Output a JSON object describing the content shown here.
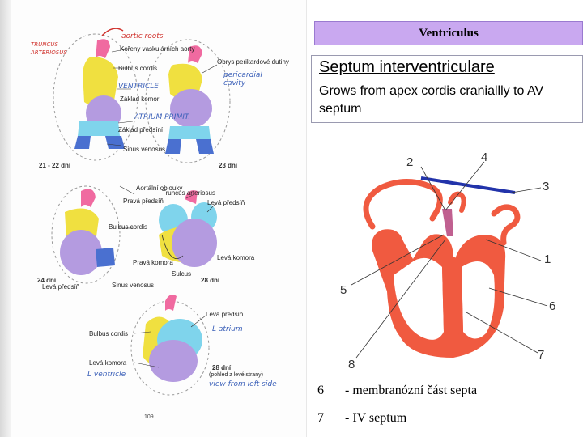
{
  "left_page": {
    "handwritten": {
      "aortic_roots": "aortic roots",
      "truncus": "TRUNCUS\nARTERIOSUS",
      "ventricle": "VENTRICLE",
      "pericardial": "pericardial\ncavity",
      "atrium": "ATRIUM PRIMIT.",
      "latrium": "L atrium",
      "lventricle": "L ventricle",
      "view": "view from left side"
    },
    "labels": {
      "kofeny": "Kořeny vaskulárních aorty",
      "bulbus1": "Bulbus cordis",
      "zaklad_komor": "Základ komor",
      "zaklad_predsini": "Základ předsíní",
      "sinus1": "Sinus venosus",
      "obrys": "Obrys perikardové dutiny",
      "aortalni": "Aortální oblouky",
      "truncus": "Truncus arteriosus",
      "prava_predsin": "Pravá předsíň",
      "leva_predsin1": "Levá předsíň",
      "bulbus2": "Bulbus cordis",
      "prava_komora": "Pravá komora",
      "sulcus": "Sulcus",
      "leva_komora": "Levá komora",
      "leva_predsin2": "Levá předsíň",
      "sinus2": "Sinus venosus",
      "leva_predsin3": "Levá předsíň",
      "bulbus3": "Bulbus cordis",
      "leva_komora2": "Levá komora",
      "pohled": "(pohled z levé strany)"
    },
    "stages": {
      "s1": "21 - 22 dní",
      "s2": "23 dní",
      "s3": "24 dní",
      "s4": "28 dní",
      "s5": "28 dní"
    },
    "page_number": "109"
  },
  "slide": {
    "title": "Ventriculus",
    "heading": "Septum interventriculare",
    "text": "Grows from apex cordis craniallly to AV septum",
    "heart_numbers": [
      "1",
      "2",
      "3",
      "4",
      "5",
      "6",
      "7",
      "8"
    ],
    "legend": [
      {
        "num": "6",
        "text": "- membranózní část septa"
      },
      {
        "num": "7",
        "text": "- IV septum"
      }
    ]
  },
  "colors": {
    "title_bar": "#c9a8f0",
    "heart_red": "#f05a40",
    "septum_blue": "#2233aa",
    "embryo_yellow": "#f0e040",
    "embryo_purple": "#b49be0",
    "embryo_cyan": "#7fd4ec",
    "embryo_pink": "#f06aa0"
  }
}
